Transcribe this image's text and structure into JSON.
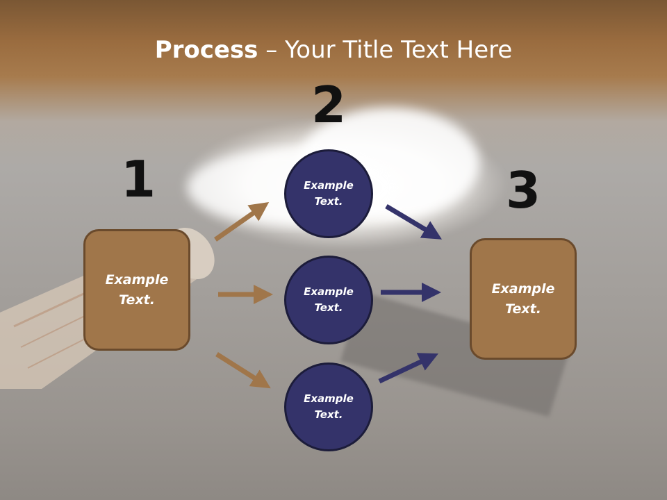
{
  "title": {
    "bold": "Process",
    "rest": " – Your Title Text Here"
  },
  "steps": [
    {
      "number": "1",
      "text": "Example Text."
    },
    {
      "number": "2",
      "text": "Example Text."
    },
    {
      "number": "3",
      "text": "Example Text."
    }
  ],
  "middle_nodes": [
    {
      "text": "Example Text."
    },
    {
      "text": "Example Text."
    },
    {
      "text": "Example Text."
    }
  ],
  "colors": {
    "box_fill": "#a0764a",
    "circle_fill": "#34336a",
    "arrow_brown": "#a0764a",
    "arrow_navy": "#34336a"
  }
}
